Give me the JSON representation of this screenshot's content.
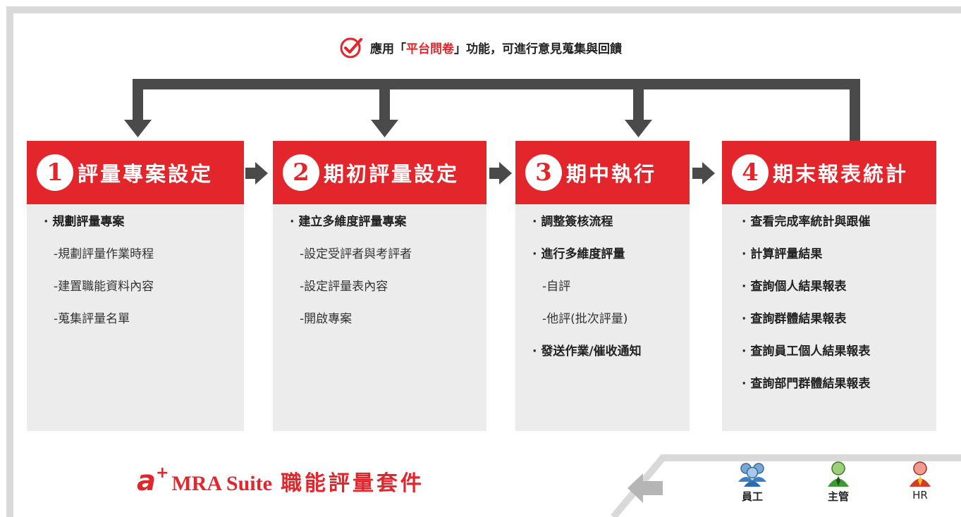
{
  "header": {
    "prefix": "應用「",
    "highlight": "平台問卷",
    "suffix": "」功能，可進行意見蒐集與回饋"
  },
  "stages": [
    {
      "number": "1",
      "title": "評量專案設定",
      "items": [
        {
          "text": "· 規劃評量專案",
          "type": "bullet"
        },
        {
          "text": "-規劃評量作業時程",
          "type": "sub"
        },
        {
          "text": "-建置職能資料內容",
          "type": "sub"
        },
        {
          "text": "-蒐集評量名單",
          "type": "sub"
        }
      ]
    },
    {
      "number": "2",
      "title": "期初評量設定",
      "items": [
        {
          "text": "· 建立多維度評量專案",
          "type": "bullet"
        },
        {
          "text": "-設定受評者與考評者",
          "type": "sub"
        },
        {
          "text": "-設定評量表內容",
          "type": "sub"
        },
        {
          "text": "-開啟專案",
          "type": "sub"
        }
      ]
    },
    {
      "number": "3",
      "title": "期中執行",
      "items": [
        {
          "text": "· 調整簽核流程",
          "type": "bullet"
        },
        {
          "text": "· 進行多維度評量",
          "type": "bullet"
        },
        {
          "text": "-自評",
          "type": "sub"
        },
        {
          "text": "-他評(批次評量)",
          "type": "sub"
        },
        {
          "text": "· 發送作業/催收通知",
          "type": "bullet"
        }
      ]
    },
    {
      "number": "4",
      "title": "期末報表統計",
      "items": [
        {
          "text": "· 查看完成率統計與跟催",
          "type": "bullet"
        },
        {
          "text": "· 計算評量結果",
          "type": "bullet"
        },
        {
          "text": "· 查詢個人結果報表",
          "type": "bullet"
        },
        {
          "text": "· 查詢群體結果報表",
          "type": "bullet"
        },
        {
          "text": "· 查詢員工個人結果報表",
          "type": "bullet"
        },
        {
          "text": "· 查詢部門群體結果報表",
          "type": "bullet"
        }
      ]
    }
  ],
  "brand": {
    "logo_letter": "a",
    "logo_plus": "+",
    "product": "MRA Suite",
    "zh_name": "職能評量套件"
  },
  "roles": [
    {
      "label": "員工",
      "icon": "employees-group-icon"
    },
    {
      "label": "主管",
      "icon": "manager-icon"
    },
    {
      "label": "HR",
      "icon": "hr-icon"
    }
  ],
  "colors": {
    "accent": "#e3262c",
    "arrow": "#4a4a4a",
    "panel": "#ececec",
    "frame": "#d9d9d9"
  }
}
